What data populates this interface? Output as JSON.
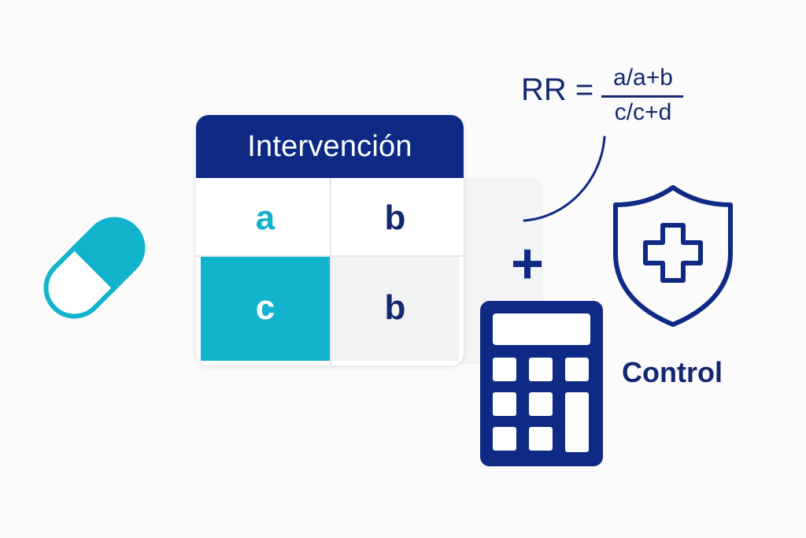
{
  "table": {
    "header": "Intervención",
    "cells": [
      "a",
      "b",
      "c",
      "b"
    ]
  },
  "formula": {
    "lhs": "RR =",
    "numerator": "a/a+b",
    "denominator": "c/c+d"
  },
  "plus_symbol": "+",
  "control_label": "Control",
  "colors": {
    "navy": "#0e2a84",
    "teal": "#12b3cc",
    "light_gray": "#f1f2f4"
  },
  "icons": [
    "capsule-icon",
    "calculator-icon",
    "shield-plus-icon"
  ]
}
